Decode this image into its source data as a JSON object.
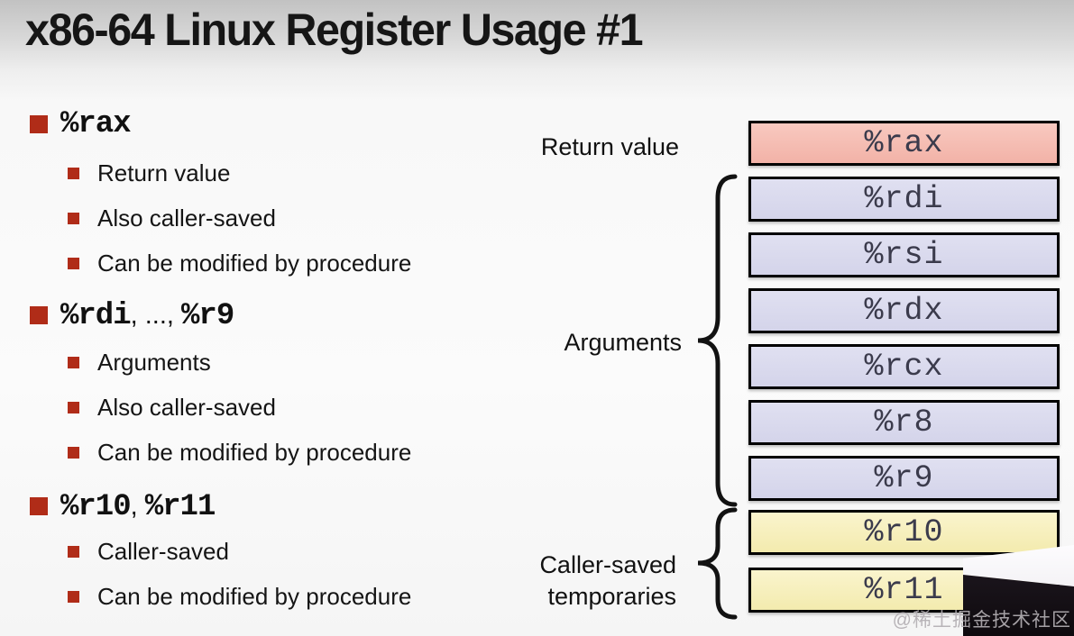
{
  "title": "x86-64 Linux Register Usage #1",
  "sections": [
    {
      "parts": [
        "%rax",
        "",
        ""
      ],
      "items": [
        "Return value",
        "Also caller-saved",
        "Can be modified by procedure"
      ]
    },
    {
      "parts": [
        "%rdi",
        ", ..., ",
        "%r9"
      ],
      "items": [
        "Arguments",
        "Also caller-saved",
        "Can be modified by procedure"
      ]
    },
    {
      "parts": [
        "%r10",
        ", ",
        "%r11"
      ],
      "items": [
        "Caller-saved",
        "Can be modified by procedure"
      ]
    }
  ],
  "diagram": {
    "labels": {
      "return_value": "Return value",
      "arguments": "Arguments",
      "caller_saved_line1": "Caller-saved",
      "caller_saved_line2": "temporaries"
    },
    "registers": [
      {
        "name": "%rax",
        "group": "return-value"
      },
      {
        "name": "%rdi",
        "group": "argument"
      },
      {
        "name": "%rsi",
        "group": "argument"
      },
      {
        "name": "%rdx",
        "group": "argument"
      },
      {
        "name": "%rcx",
        "group": "argument"
      },
      {
        "name": "%r8",
        "group": "argument"
      },
      {
        "name": "%r9",
        "group": "argument"
      },
      {
        "name": "%r10",
        "group": "caller-saved-temporary"
      },
      {
        "name": "%r11",
        "group": "caller-saved-temporary"
      }
    ],
    "colors": {
      "return_value_fill": "#f5beb3",
      "argument_fill": "#d9d9ee",
      "temporary_fill": "#f7f0bd",
      "box_border": "#000000",
      "box_text": "#3b3b4c",
      "bullet_red": "#b02c18"
    }
  },
  "watermark": "@稀土掘金技术社区"
}
